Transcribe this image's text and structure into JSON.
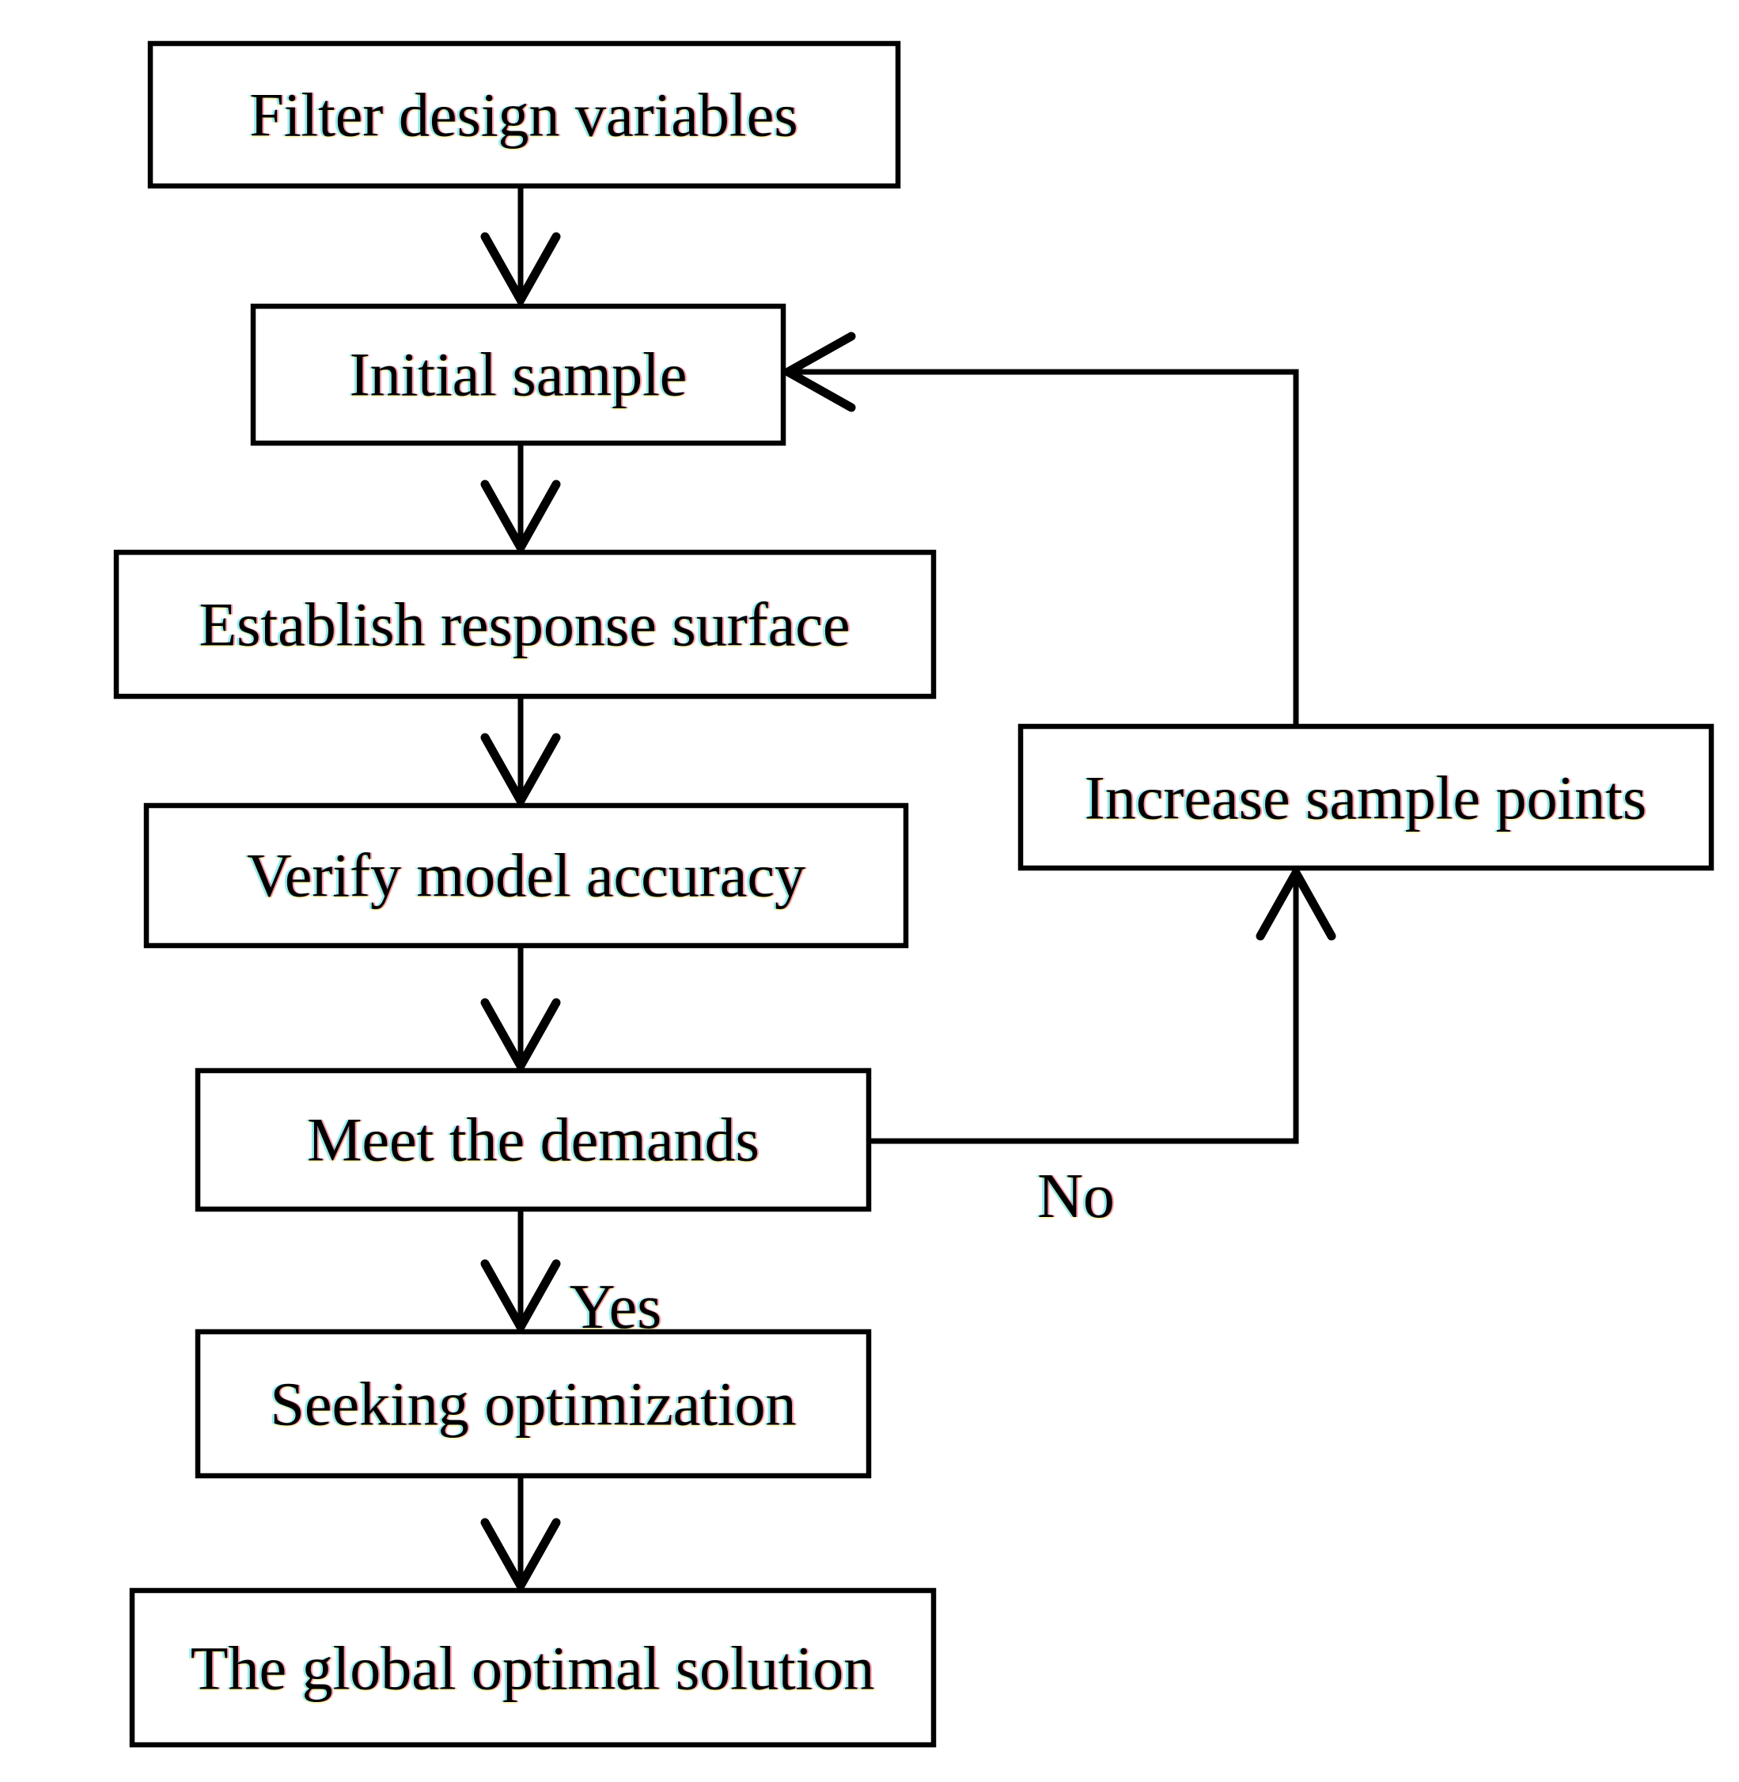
{
  "figure": {
    "background": "#ffffff",
    "line_color": "#000000",
    "text_color": "#000000",
    "box_fill": "#ffffff"
  },
  "diagram": {
    "type": "flowchart",
    "nodes": [
      {
        "id": "filter",
        "label": "Filter design variables"
      },
      {
        "id": "initial",
        "label": "Initial sample"
      },
      {
        "id": "establish",
        "label": "Establish response surface"
      },
      {
        "id": "verify",
        "label": "Verify model accuracy"
      },
      {
        "id": "meet",
        "label": "Meet the demands"
      },
      {
        "id": "seeking",
        "label": "Seeking optimization"
      },
      {
        "id": "global",
        "label": "The global optimal solution"
      },
      {
        "id": "increase",
        "label": "Increase sample points"
      }
    ],
    "edges": [
      {
        "from": "filter",
        "to": "initial",
        "label": ""
      },
      {
        "from": "initial",
        "to": "establish",
        "label": ""
      },
      {
        "from": "establish",
        "to": "verify",
        "label": ""
      },
      {
        "from": "verify",
        "to": "meet",
        "label": ""
      },
      {
        "from": "meet",
        "to": "seeking",
        "label": "Yes"
      },
      {
        "from": "seeking",
        "to": "global",
        "label": ""
      },
      {
        "from": "meet",
        "to": "increase",
        "label": "No"
      },
      {
        "from": "increase",
        "to": "initial",
        "label": ""
      }
    ]
  }
}
